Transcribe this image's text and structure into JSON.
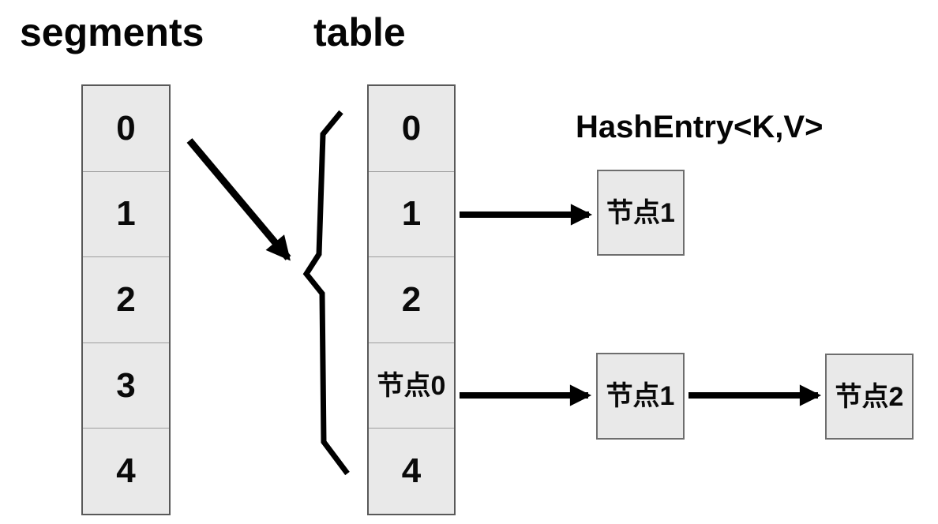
{
  "titles": {
    "segments": "segments",
    "table": "table",
    "hash_entry": "HashEntry<K,V>"
  },
  "segments_column": {
    "cells": [
      "0",
      "1",
      "2",
      "3",
      "4"
    ]
  },
  "table_column": {
    "cells": [
      "0",
      "1",
      "2",
      "节点0",
      "4"
    ]
  },
  "nodes": {
    "bucket1_entry": "节点1",
    "chain_node1": "节点1",
    "chain_node2": "节点2"
  },
  "icons": {
    "segment_to_table": "diagonal-arrow-icon",
    "table_span": "left-curly-brace-icon",
    "bucket1_link": "right-arrow-icon",
    "chain_link_1": "right-arrow-icon",
    "chain_link_2": "right-arrow-icon"
  },
  "colors": {
    "background": "#ffffff",
    "cell_fill": "#e9e9e9",
    "column_border": "#595959",
    "cell_divider": "#9e9e9e",
    "node_border": "#6e6e6e",
    "arrow": "#000000",
    "text": "#0a0a0a"
  }
}
